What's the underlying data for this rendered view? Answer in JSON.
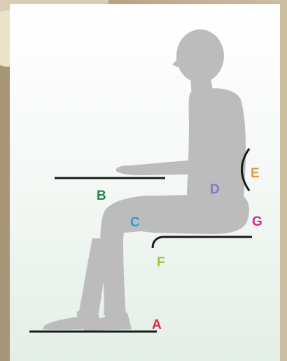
{
  "labels": {
    "A": {
      "text": "A",
      "color": "#d92b3a"
    },
    "B": {
      "text": "B",
      "color": "#1f8a4a"
    },
    "C": {
      "text": "C",
      "color": "#2a9ed8"
    },
    "D": {
      "text": "D",
      "color": "#8a78c4"
    },
    "E": {
      "text": "E",
      "color": "#e8923a"
    },
    "F": {
      "text": "F",
      "color": "#a8c23a"
    },
    "G": {
      "text": "G",
      "color": "#d0288a"
    }
  },
  "colors": {
    "panel_top": "#ffffff",
    "panel_bottom": "#e6f0e8",
    "figure": "#bdbdbd",
    "lines": "#1a1a1a",
    "backdrop": "#b8a68c"
  }
}
